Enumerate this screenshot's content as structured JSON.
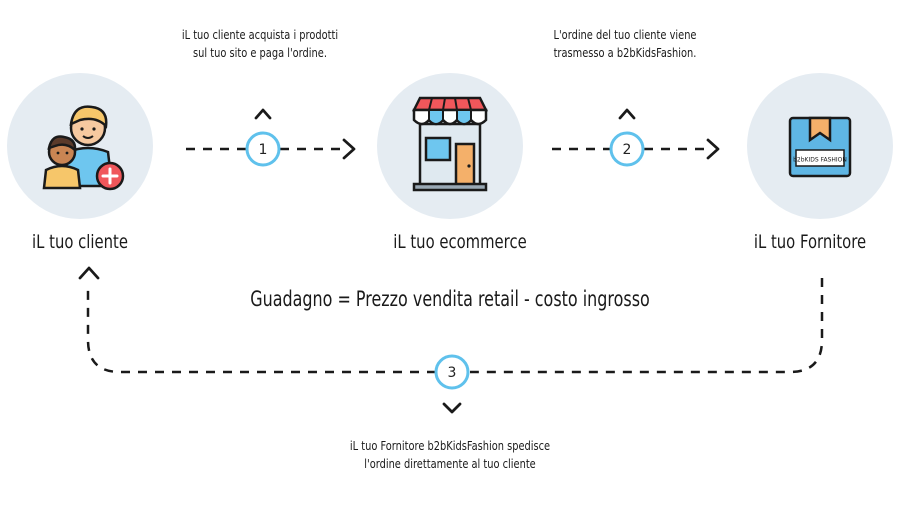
{
  "nodes": {
    "cliente": {
      "label": "iL tuo cliente"
    },
    "ecommerce": {
      "label": "iL tuo ecommerce"
    },
    "fornitore": {
      "label": "iL tuo Fornitore",
      "box_text": "b2bKIDS FASHION"
    }
  },
  "steps": [
    {
      "number": "1",
      "caption_line1": "iL tuo cliente acquista i prodotti",
      "caption_line2": "sul tuo sito e paga l'ordine."
    },
    {
      "number": "2",
      "caption_line1": "L'ordine del tuo cliente viene",
      "caption_line2": "trasmesso a b2bKidsFashion."
    },
    {
      "number": "3",
      "caption_line1": "iL tuo Fornitore b2bKidsFashion spedisce",
      "caption_line2": "l'ordine direttamente al tuo cliente"
    }
  ],
  "formula": "Guadagno = Prezzo vendita retail - costo ingrosso",
  "colors": {
    "circle_bg": "#e5ecf2",
    "step_ring": "#5fc1ec",
    "line": "#1a1a1a",
    "awning_red": "#f0575b",
    "awning_blue": "#6ec6ef",
    "box_blue": "#5fb6e4",
    "ribbon": "#f4b06a"
  }
}
